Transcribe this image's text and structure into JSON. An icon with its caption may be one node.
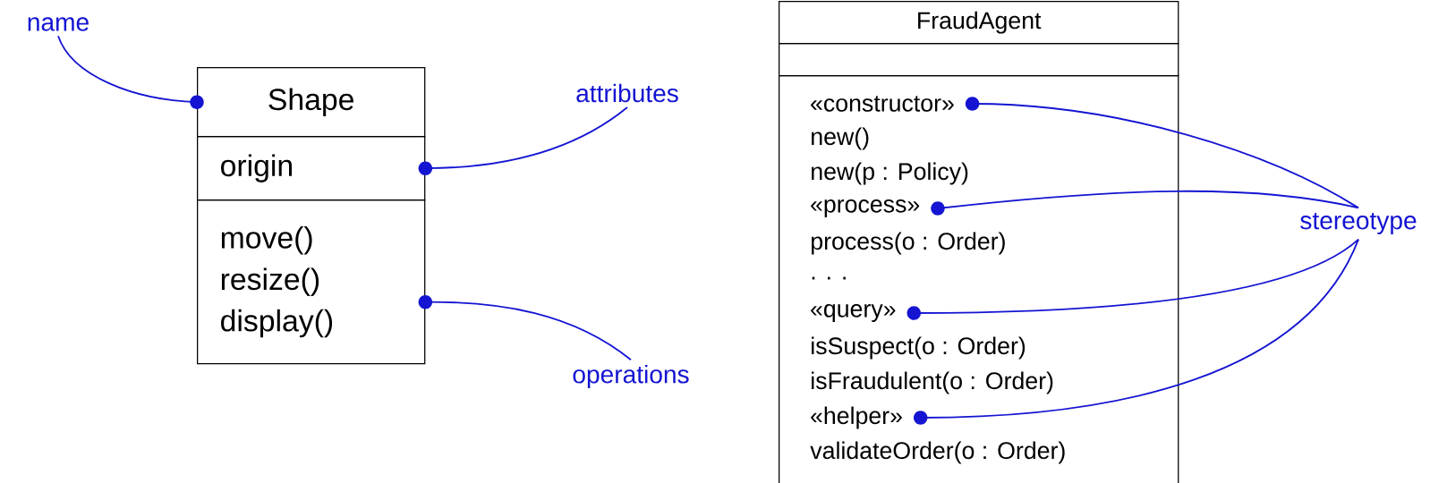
{
  "diagram": {
    "nodes": [
      {
        "text": [
          "name"
        ]
      },
      {
        "text": [
          "Shape"
        ]
      },
      {
        "text": [
          "origin"
        ]
      },
      {
        "text": [
          "move()",
          "resize()",
          "display()"
        ]
      },
      {
        "text": [
          "attributes"
        ]
      },
      {
        "text": [
          "operations"
        ]
      },
      {
        "text": [
          "FraudAgent"
        ]
      },
      {
        "text": [],
        "shape": "box"
      },
      {
        "text": [
          "new()",
          "new(p : Policy)",
          "process(o : Order)",
          ". . .",
          "isSuspect(o : Order)",
          "isFraudulent(o : Order)",
          "validateOrder(o : Order)"
        ]
      },
      {
        "text": [
          "«constructor»"
        ],
        "in": 8
      },
      {
        "text": [
          "«process»"
        ],
        "in": 8
      },
      {
        "text": [
          "«query»"
        ],
        "in": 8
      },
      {
        "text": [
          "«helper»"
        ],
        "in": 8
      },
      {
        "text": [
          "stereotype"
        ]
      }
    ],
    "edges": [
      {
        "from": 0,
        "to": 1,
        "arrow": "other"
      },
      {
        "from": 4,
        "to": 2,
        "arrow": "other"
      },
      {
        "from": 5,
        "to": 3,
        "arrow": "other"
      },
      {
        "from": 13,
        "to": 9,
        "arrow": "other"
      },
      {
        "from": 13,
        "to": 10,
        "arrow": "other"
      },
      {
        "from": 13,
        "to": 11,
        "arrow": "other"
      },
      {
        "from": 13,
        "to": 12,
        "arrow": "other"
      }
    ]
  }
}
